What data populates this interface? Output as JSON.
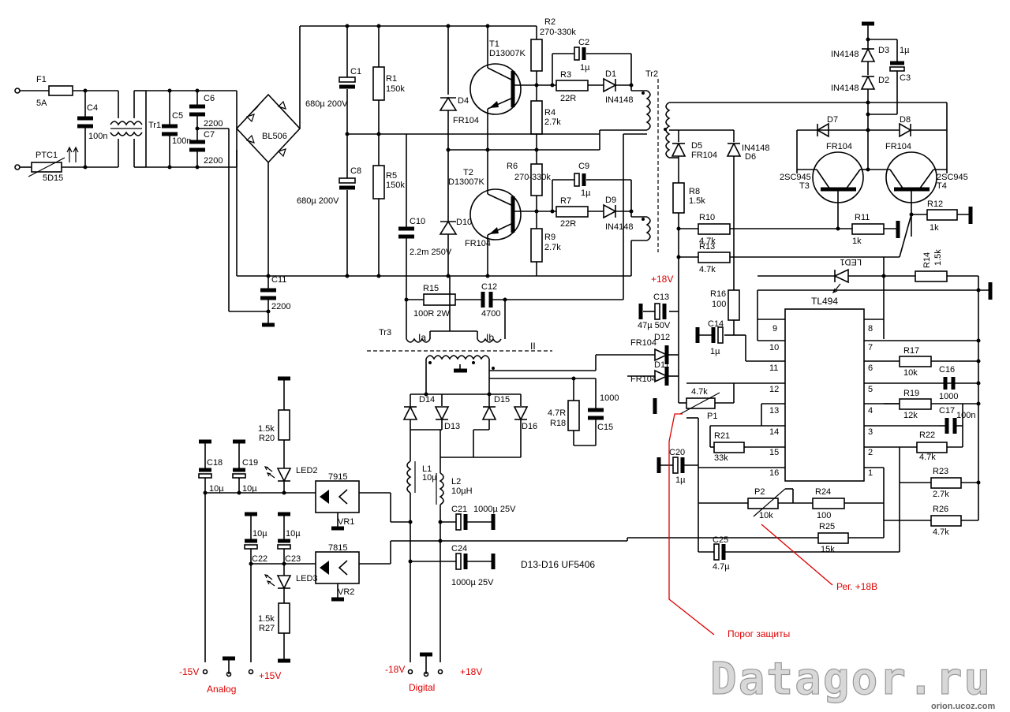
{
  "components": {
    "F1": "F1",
    "F1_val": "5A",
    "PTC1": "PTC1",
    "PTC1_val": "5D15",
    "C4": "C4",
    "C4_val": "100n",
    "Tr1": "Tr1",
    "C5": "C5",
    "C5_val": "100n",
    "C6": "C6",
    "C6_val": "2200",
    "C7": "C7",
    "C7_val": "2200",
    "BL506": "BL506",
    "C1": "C1",
    "C1_val": "680µ 200V",
    "C8": "C8",
    "C8_val": "680µ 200V",
    "R1": "R1",
    "R1_val": "150k",
    "R5": "R5",
    "R5_val": "150k",
    "C10": "C10",
    "C10_val": "2.2m 250V",
    "C11": "C11",
    "C11_val": "2200",
    "D4": "D4",
    "D4_val": "FR104",
    "D10": "D10",
    "D10_val": "FR104",
    "T1": "T1",
    "T1_val": "D13007K",
    "T2": "T2",
    "T2_val": "D13007K",
    "R2": "R2",
    "R2_val": "270-330k",
    "R6": "R6",
    "R6_val": "270-330k",
    "R4": "R4",
    "R4_val": "2.7k",
    "R9": "R9",
    "R9_val": "2.7k",
    "R3": "R3",
    "R3_val": "22R",
    "R7": "R7",
    "R7_val": "22R",
    "C2": "C2",
    "C2_val": "1µ",
    "C9": "C9",
    "C9_val": "1µ",
    "D1": "D1",
    "D1_val": "IN4148",
    "D9": "D9",
    "D9_val": "IN4148",
    "Tr2": "Tr2",
    "R15": "R15",
    "R15_val": "100R 2W",
    "C12": "C12",
    "C12_val": "4700",
    "Tr3": "Tr3",
    "Ia": "Ia",
    "Ib": "Ib",
    "II": "II",
    "D14": "D14",
    "D13": "D13",
    "D15": "D15",
    "D16": "D16",
    "R18": "R18",
    "R18_val": "4.7R",
    "C15": "C15",
    "C15_val": "1000",
    "L1": "L1",
    "L1_val": "10µ",
    "L2": "L2",
    "L2_val": "10µH",
    "C21": "C21",
    "C21_val": "1000µ 25V",
    "C24": "C24",
    "C24_val": "1000µ 25V",
    "D13_16_note": "D13-D16 UF5406",
    "R20": "R20",
    "R20_val": "1.5k",
    "R27": "R27",
    "R27_val": "1.5k",
    "LED2": "LED2",
    "LED3": "LED3",
    "C18": "C18",
    "C18_val": "10µ",
    "C19": "C19",
    "C19_val": "10µ",
    "C22": "C22",
    "C22_val": "10µ",
    "C23": "C23",
    "C23_val": "10µ",
    "VR1": "VR1",
    "VR1_val": "7915",
    "VR2": "VR2",
    "VR2_val": "7815",
    "D3": "D3",
    "D3_val": "IN4148",
    "D2": "D2",
    "D2_val": "IN4148",
    "C3": "C3",
    "C3_val": "1µ",
    "D7": "D7",
    "D7_val": "FR104",
    "D8": "D8",
    "D8_val": "FR104",
    "T3": "T3",
    "T3_val": "2SC945",
    "T4": "T4",
    "T4_val": "2SC945",
    "D5": "D5",
    "D5_val": "FR104",
    "D6": "D6",
    "D6_val": "IN4148",
    "R8": "R8",
    "R8_val": "1.5k",
    "R10": "R10",
    "R10_val": "4.7k",
    "R11": "R11",
    "R11_val": "1k",
    "R12": "R12",
    "R12_val": "1k",
    "R13": "R13",
    "R13_val": "4.7k",
    "R14": "R14",
    "R14_val": "1.5k",
    "LED1": "LED1",
    "C13": "C13",
    "C13_val": "47µ 50V",
    "R16": "R16",
    "R16_val": "100",
    "C14": "C14",
    "C14_val": "1µ",
    "D12": "D12",
    "D12_val": "FR104",
    "D11": "D11",
    "D11_val": "FR104",
    "P1": "P1",
    "P1_val": "4.7k",
    "TL494": "TL494",
    "R17": "R17",
    "R17_val": "10k",
    "C16": "C16",
    "C16_val": "1000",
    "R19": "R19",
    "R19_val": "12k",
    "C17": "C17",
    "C17_val": "100n",
    "R22": "R22",
    "R22_val": "4.7k",
    "R21": "R21",
    "R21_val": "33k",
    "C20": "C20",
    "C20_val": "1µ",
    "P2": "P2",
    "P2_val": "10k",
    "R24": "R24",
    "R24_val": "100",
    "R23": "R23",
    "R23_val": "2.7k",
    "R25": "R25",
    "R25_val": "15k",
    "R26": "R26",
    "R26_val": "4.7k",
    "C25": "C25",
    "C25_val": "4.7µ"
  },
  "pins": {
    "left": [
      "9",
      "10",
      "11",
      "12",
      "13",
      "14",
      "15",
      "16"
    ],
    "right": [
      "8",
      "7",
      "6",
      "5",
      "4",
      "3",
      "2",
      "1"
    ]
  },
  "rails": {
    "plus18_top": "+18V",
    "minus15": "-15V",
    "plus15": "+15V",
    "analog": "Analog",
    "minus18": "-18V",
    "plus18": "+18V",
    "digital": "Digital"
  },
  "annotations": {
    "reg18": "Рег. +18В",
    "protection": "Порог защиты"
  },
  "watermark": {
    "main": "Datagor.ru",
    "sub": "orion.ucoz.com"
  }
}
